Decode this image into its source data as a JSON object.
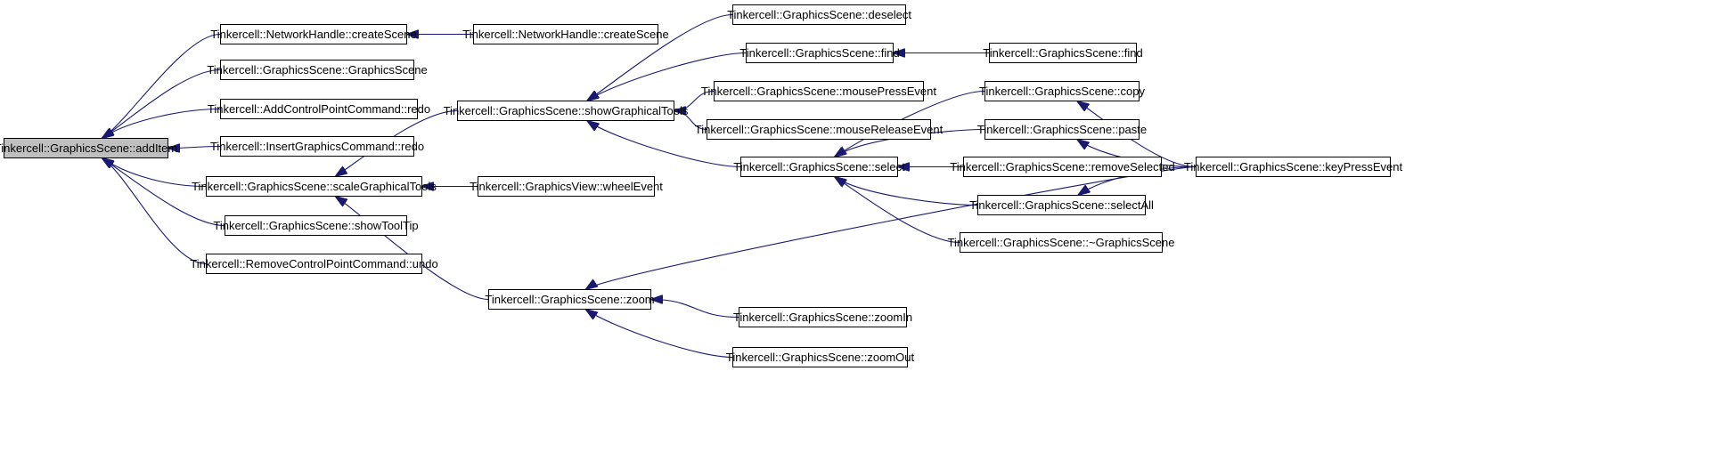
{
  "diagram": {
    "colors": {
      "edge": "#191970",
      "root_fill": "#bfbfbf",
      "node_fill": "#ffffff",
      "border": "#000000"
    },
    "nodes": [
      {
        "id": "addItem",
        "label": "Tinkercell::GraphicsScene::addItem",
        "root": true
      },
      {
        "id": "nh_create1",
        "label": "Tinkercell::NetworkHandle::createScene"
      },
      {
        "id": "nh_create2",
        "label": "Tinkercell::NetworkHandle::createScene"
      },
      {
        "id": "gs_ctor",
        "label": "Tinkercell::GraphicsScene::GraphicsScene"
      },
      {
        "id": "acp_redo",
        "label": "Tinkercell::AddControlPointCommand::redo"
      },
      {
        "id": "igc_redo",
        "label": "Tinkercell::InsertGraphicsCommand::redo"
      },
      {
        "id": "scaleTools",
        "label": "Tinkercell::GraphicsScene::scaleGraphicalTools"
      },
      {
        "id": "showTip",
        "label": "Tinkercell::GraphicsScene::showToolTip"
      },
      {
        "id": "rcp_undo",
        "label": "Tinkercell::RemoveControlPointCommand::undo"
      },
      {
        "id": "showTools",
        "label": "Tinkercell::GraphicsScene::showGraphicalTools"
      },
      {
        "id": "wheel",
        "label": "Tinkercell::GraphicsView::wheelEvent"
      },
      {
        "id": "zoom",
        "label": "Tinkercell::GraphicsScene::zoom"
      },
      {
        "id": "deselect",
        "label": "Tinkercell::GraphicsScene::deselect"
      },
      {
        "id": "find1",
        "label": "Tinkercell::GraphicsScene::find"
      },
      {
        "id": "find2",
        "label": "Tinkercell::GraphicsScene::find"
      },
      {
        "id": "mousePress",
        "label": "Tinkercell::GraphicsScene::mousePressEvent"
      },
      {
        "id": "mouseRelease",
        "label": "Tinkercell::GraphicsScene::mouseReleaseEvent"
      },
      {
        "id": "select",
        "label": "Tinkercell::GraphicsScene::select"
      },
      {
        "id": "zoomIn",
        "label": "Tinkercell::GraphicsScene::zoomIn"
      },
      {
        "id": "zoomOut",
        "label": "Tinkercell::GraphicsScene::zoomOut"
      },
      {
        "id": "copy",
        "label": "Tinkercell::GraphicsScene::copy"
      },
      {
        "id": "paste",
        "label": "Tinkercell::GraphicsScene::paste"
      },
      {
        "id": "removeSel",
        "label": "Tinkercell::GraphicsScene::removeSelected"
      },
      {
        "id": "selectAll",
        "label": "Tinkercell::GraphicsScene::selectAll"
      },
      {
        "id": "dtor",
        "label": "Tinkercell::GraphicsScene::~GraphicsScene"
      },
      {
        "id": "keyPress",
        "label": "Tinkercell::GraphicsScene::keyPressEvent"
      }
    ],
    "edges": [
      [
        "nh_create1",
        "addItem"
      ],
      [
        "gs_ctor",
        "addItem"
      ],
      [
        "acp_redo",
        "addItem"
      ],
      [
        "igc_redo",
        "addItem"
      ],
      [
        "scaleTools",
        "addItem"
      ],
      [
        "showTip",
        "addItem"
      ],
      [
        "rcp_undo",
        "addItem"
      ],
      [
        "nh_create2",
        "nh_create1"
      ],
      [
        "showTools",
        "scaleTools"
      ],
      [
        "wheel",
        "scaleTools"
      ],
      [
        "zoom",
        "scaleTools"
      ],
      [
        "deselect",
        "showTools"
      ],
      [
        "find1",
        "showTools"
      ],
      [
        "mousePress",
        "showTools"
      ],
      [
        "mouseRelease",
        "showTools"
      ],
      [
        "select",
        "showTools"
      ],
      [
        "find2",
        "find1"
      ],
      [
        "copy",
        "select"
      ],
      [
        "paste",
        "select"
      ],
      [
        "removeSel",
        "select"
      ],
      [
        "selectAll",
        "select"
      ],
      [
        "dtor",
        "select"
      ],
      [
        "keyPress",
        "copy"
      ],
      [
        "keyPress",
        "paste"
      ],
      [
        "keyPress",
        "selectAll"
      ],
      [
        "keyPress",
        "zoom"
      ],
      [
        "zoomIn",
        "zoom"
      ],
      [
        "zoomOut",
        "zoom"
      ]
    ]
  }
}
